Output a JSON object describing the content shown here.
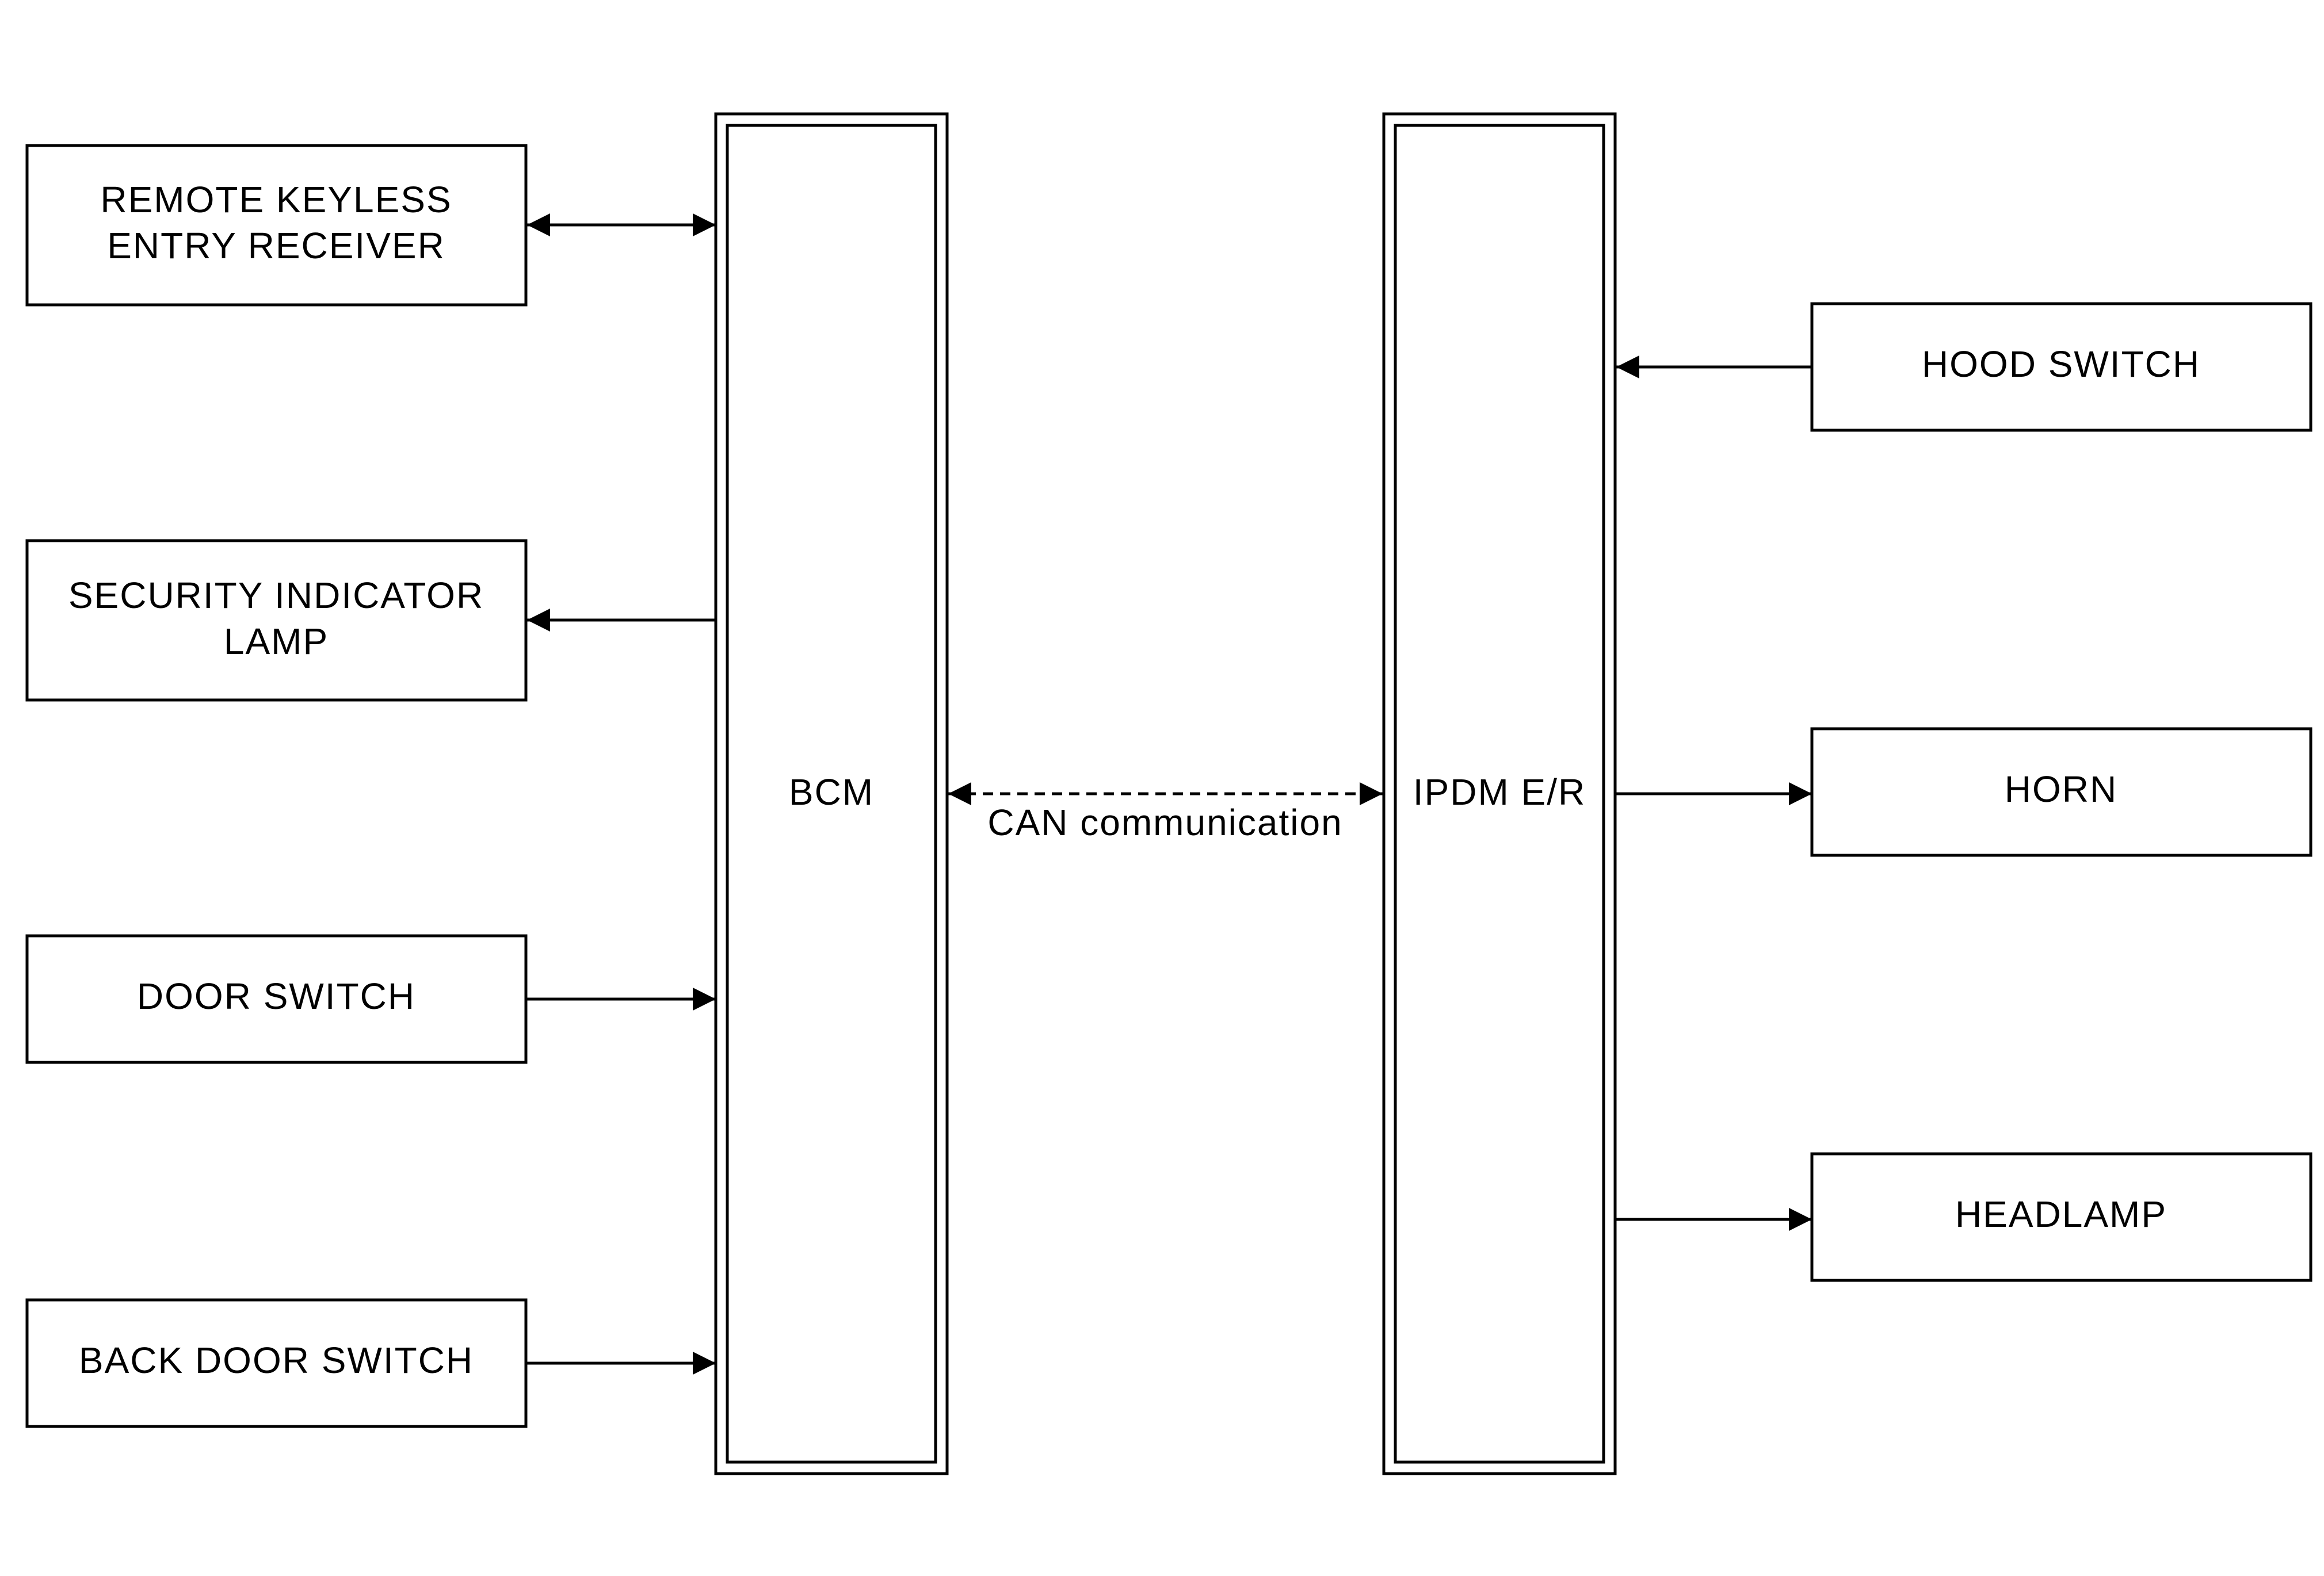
{
  "modules": {
    "bcm": "BCM",
    "ipdm": "IPDM E/R"
  },
  "inputs_left": {
    "remote_keyless_entry_receiver": [
      "REMOTE KEYLESS",
      "ENTRY RECEIVER"
    ],
    "security_indicator_lamp": [
      "SECURITY INDICATOR",
      "LAMP"
    ],
    "door_switch": "DOOR SWITCH",
    "back_door_switch": "BACK DOOR SWITCH"
  },
  "outputs_right": {
    "hood_switch": "HOOD SWITCH",
    "horn": "HORN",
    "headlamp": "HEADLAMP"
  },
  "link": {
    "can_label": "CAN communication"
  }
}
